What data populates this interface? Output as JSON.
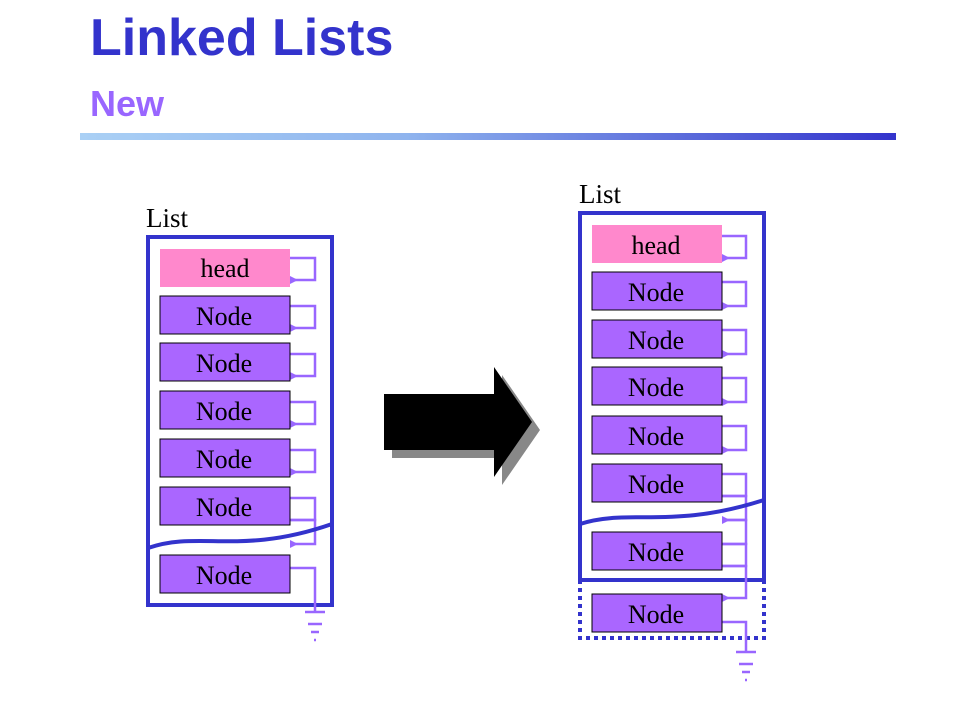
{
  "slide": {
    "title": "Linked Lists",
    "subtitle": "New"
  },
  "diagram": {
    "before": {
      "list_label": "List",
      "head_label": "head",
      "nodes": [
        "Node",
        "Node",
        "Node",
        "Node",
        "Node",
        "Node"
      ]
    },
    "after": {
      "list_label": "List",
      "head_label": "head",
      "nodes": [
        "Node",
        "Node",
        "Node",
        "Node",
        "Node",
        "Node"
      ],
      "new_node_label": "Node"
    },
    "colors": {
      "list_border": "#3333cc",
      "head_fill": "#ff88cc",
      "node_fill": "#aa66ff",
      "pointer": "#9966ff",
      "arrow": "#000000"
    }
  }
}
